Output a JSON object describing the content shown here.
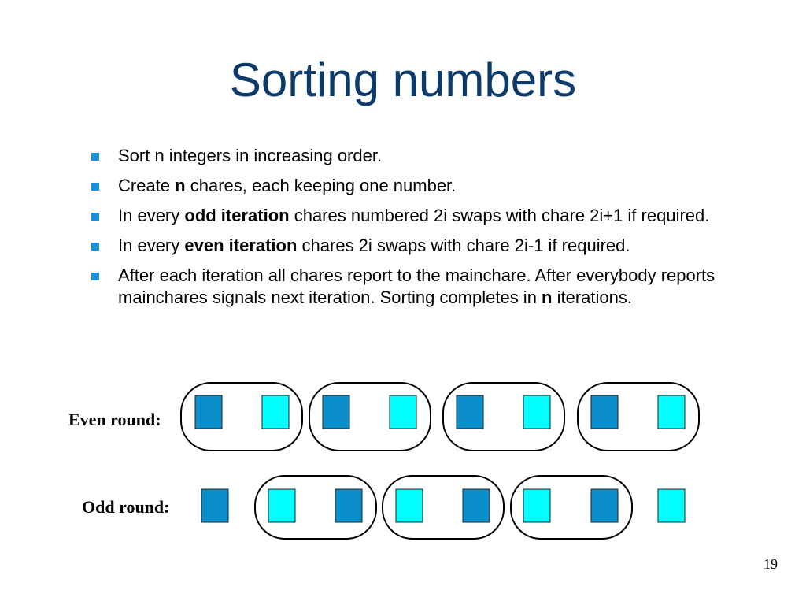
{
  "slide": {
    "title": "Sorting numbers",
    "page_number": "19",
    "bullets": [
      [
        {
          "text": "Sort n integers in increasing order.",
          "bold": false
        }
      ],
      [
        {
          "text": "Create ",
          "bold": false
        },
        {
          "text": "n",
          "bold": true
        },
        {
          "text": " chares, each keeping one number.",
          "bold": false
        }
      ],
      [
        {
          "text": "In every ",
          "bold": false
        },
        {
          "text": "odd iteration",
          "bold": true
        },
        {
          "text": " chares numbered 2i swaps with chare 2i+1 if required.",
          "bold": false
        }
      ],
      [
        {
          "text": "In every ",
          "bold": false
        },
        {
          "text": "even iteration",
          "bold": true
        },
        {
          "text": " chares 2i swaps with chare 2i-1 if required.",
          "bold": false
        }
      ],
      [
        {
          "text": "After each iteration all chares report to the mainchare. After everybody reports mainchares signals next iteration. Sorting completes in ",
          "bold": false
        },
        {
          "text": "n",
          "bold": true
        },
        {
          "text": " iterations.",
          "bold": false
        }
      ]
    ]
  },
  "diagram": {
    "even_round_label": "Even round:",
    "odd_round_label": "Odd round:",
    "colors": {
      "dark_square": "#0a8fca",
      "light_square": "#00ffff",
      "outline": "#000000"
    },
    "even_round": {
      "squares": [
        "dark",
        "light",
        "dark",
        "light",
        "dark",
        "light",
        "dark",
        "light"
      ],
      "pair_groups": 4
    },
    "odd_round": {
      "squares": [
        "dark",
        "light",
        "dark",
        "light",
        "dark",
        "light",
        "dark",
        "light"
      ],
      "pair_groups": 3,
      "unpaired_ends": 2
    }
  }
}
